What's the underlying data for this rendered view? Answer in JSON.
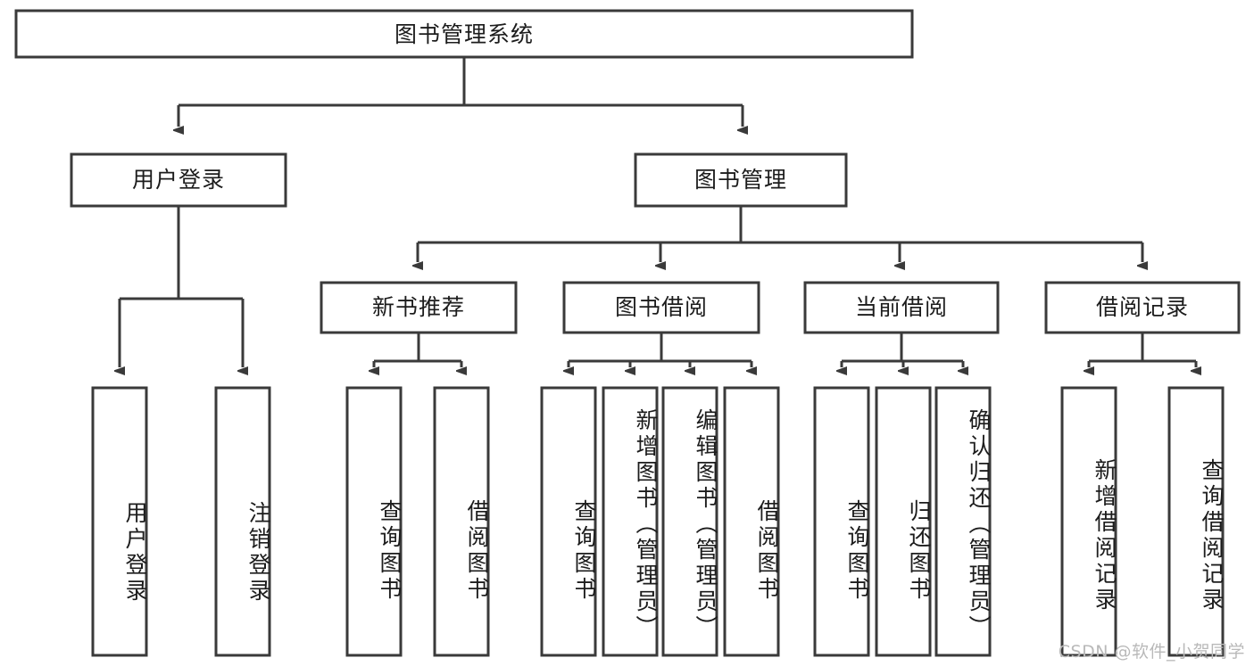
{
  "diagram": {
    "type": "tree",
    "title": "图书管理系统",
    "watermark": "CSDN @软件_小贺同学",
    "colors": {
      "background": "#ffffff",
      "box_stroke": "#3a3a3a",
      "box_fill": "#ffffff",
      "text": "#1c1c1c",
      "watermark": "#b9b9b9"
    },
    "root": {
      "label": "图书管理系统"
    },
    "level1": [
      {
        "label": "用户登录"
      },
      {
        "label": "图书管理"
      }
    ],
    "level2": [
      {
        "label": "新书推荐"
      },
      {
        "label": "图书借阅"
      },
      {
        "label": "当前借阅"
      },
      {
        "label": "借阅记录"
      }
    ],
    "leaves": {
      "user_login": [
        {
          "label": "用户登录"
        },
        {
          "label": "注销登录"
        }
      ],
      "new_book": [
        {
          "label": "查询图书"
        },
        {
          "label": "借阅图书"
        }
      ],
      "book_borrow": [
        {
          "label": "查询图书"
        },
        {
          "label": "新增图书（管理员）"
        },
        {
          "label": "编辑图书（管理员）"
        },
        {
          "label": "借阅图书"
        }
      ],
      "current_borrow": [
        {
          "label": "查询图书"
        },
        {
          "label": "归还图书"
        },
        {
          "label": "确认归还（管理员）"
        }
      ],
      "borrow_record": [
        {
          "label": "新增借阅记录"
        },
        {
          "label": "查询借阅记录"
        }
      ]
    }
  }
}
